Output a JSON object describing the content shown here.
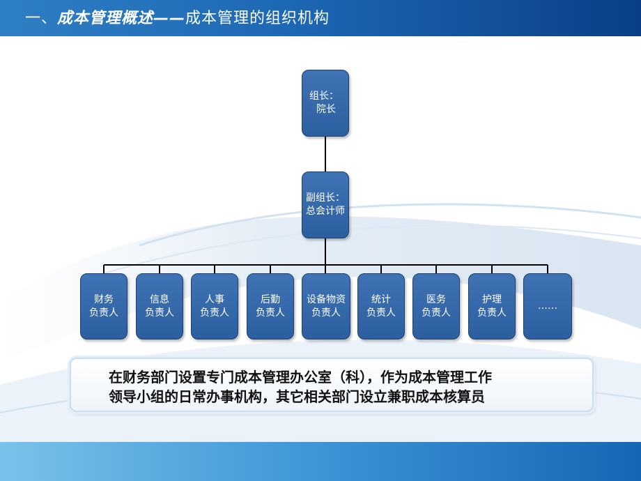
{
  "header": {
    "prefix": "一、",
    "section": "成本管理概述——",
    "subtitle": "成本管理的组织机构"
  },
  "diagram": {
    "top": {
      "line1": "组长：",
      "line2": "院长"
    },
    "deputy": {
      "line1": "副组长：",
      "line2": "总会计师"
    },
    "members": [
      {
        "line1": "财务",
        "line2": "负责人"
      },
      {
        "line1": "信息",
        "line2": "负责人"
      },
      {
        "line1": "人事",
        "line2": "负责人"
      },
      {
        "line1": "后勤",
        "line2": "负责人"
      },
      {
        "line1": "设备物资",
        "line2": "负责人"
      },
      {
        "line1": "统计",
        "line2": "负责人"
      },
      {
        "line1": "医务",
        "line2": "负责人"
      },
      {
        "line1": "护理",
        "line2": "负责人"
      },
      {
        "line1": "……",
        "line2": ""
      }
    ]
  },
  "note": {
    "line1": "在财务部门设置专门成本管理办公室（科），作为成本管理工作",
    "line2": "领导小组的日常办事机构，其它相关部门设立兼职成本核算员"
  },
  "colors": {
    "header_start": "#2f7fc4",
    "header_end": "#0a3f86",
    "node_fill": "#3a6eae",
    "node_border": "#1e3f6b"
  }
}
